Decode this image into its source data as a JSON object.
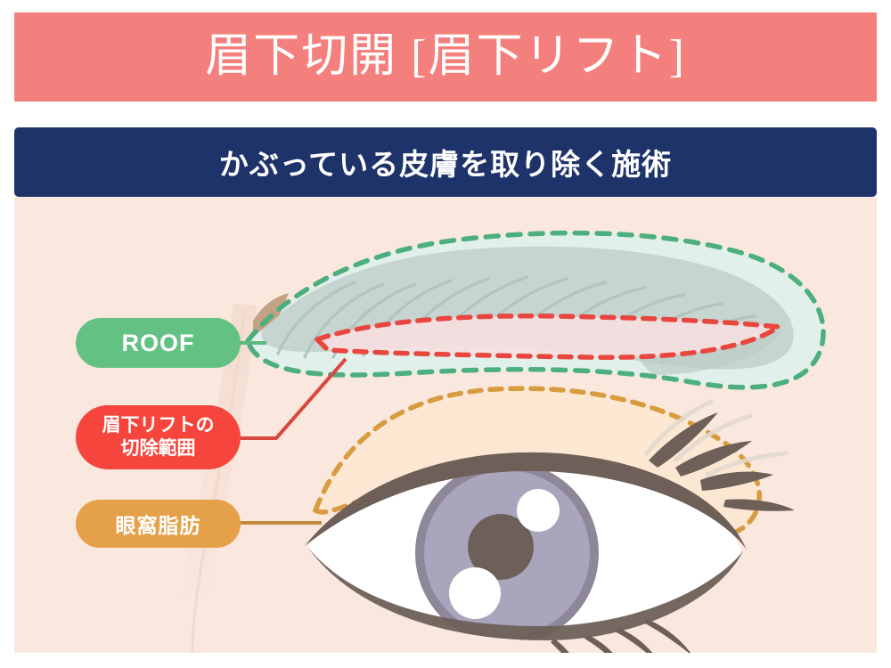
{
  "header": {
    "title": "眉下切開 [眉下リフト]",
    "title_bg": "#F4807D",
    "subtitle": "かぶっている皮膚を取り除く施術",
    "subtitle_bg": "#1F336B"
  },
  "illustration": {
    "name": "eyebrow-lift-anatomy-diagram",
    "background": "#FAE8DF",
    "regions": [
      {
        "key": "roof",
        "label": "ROOF",
        "outline_color": "#4CAF7D",
        "fill_color": "#E2F0EC",
        "outline_style": "dashed",
        "description": "眉毛全体を囲む緑の破線領域"
      },
      {
        "key": "excision",
        "label": "眉下リフトの切除範囲",
        "outline_color": "#E8463F",
        "fill_color": "#F8E3E3",
        "outline_style": "dashed",
        "description": "眉の下側を走る赤い破線の細長い領域"
      },
      {
        "key": "orbital_fat",
        "label": "眼窩脂肪",
        "outline_color": "#D99B3F",
        "fill_color": "#FCE9D2",
        "outline_style": "dashed",
        "description": "上まぶたの橙色破線領域"
      }
    ],
    "eyebrow": {
      "fill": "#C6D5D0",
      "hair_stroke": "#B0C3BE",
      "head_tip": "#C2A184"
    },
    "eye": {
      "sclera": "#FFFFFF",
      "lid_line": "#6E6059",
      "iris": "#A9A5BC",
      "iris_ring": "#8E8799",
      "pupil": "#6E6059",
      "highlight": "#FFFFFF",
      "lashes": "#6E6059"
    }
  },
  "callouts": [
    {
      "key": "roof",
      "name": "callout-roof",
      "text": "ROOF",
      "color": "#63C183",
      "line_color": "#5DB97C"
    },
    {
      "key": "excision",
      "name": "callout-excision-range",
      "line1": "眉下リフトの",
      "line2": "切除範囲",
      "color": "#F5453C",
      "line_color": "#D9483F"
    },
    {
      "key": "orbital_fat",
      "name": "callout-orbital-fat",
      "text": "眼窩脂肪",
      "color": "#E5A04A",
      "line_color": "#C28A3C"
    }
  ]
}
